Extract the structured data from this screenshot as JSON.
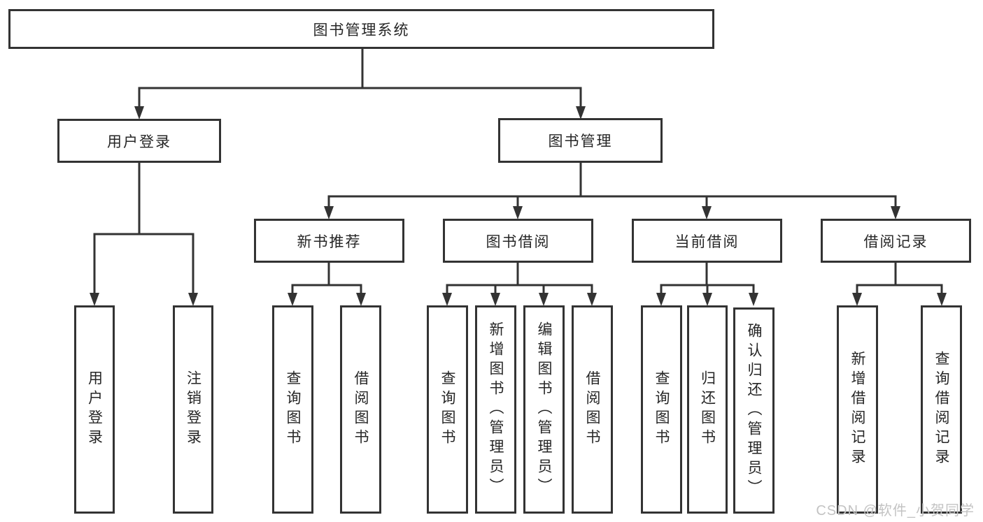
{
  "colors": {
    "line": "#333333",
    "box_border": "#333333",
    "text": "#262626",
    "box_fill": "#ffffff",
    "background": "#ffffff",
    "watermark": "#c3c3c3"
  },
  "watermark": {
    "text": "CSDN @软件_小贺同学"
  },
  "tree": {
    "root": "图书管理系统",
    "branches": [
      {
        "label": "用户登录",
        "children": [
          "用户登录",
          "注销登录"
        ]
      },
      {
        "label": "图书管理",
        "groups": [
          {
            "label": "新书推荐",
            "children": [
              "查询图书",
              "借阅图书"
            ]
          },
          {
            "label": "图书借阅",
            "children": [
              "查询图书",
              "新增图书（管理员）",
              "编辑图书（管理员）",
              "借阅图书"
            ]
          },
          {
            "label": "当前借阅",
            "children": [
              "查询图书",
              "归还图书",
              "确认归还（管理员）"
            ]
          },
          {
            "label": "借阅记录",
            "children": [
              "新增借阅记录",
              "查询借阅记录"
            ]
          }
        ]
      }
    ]
  }
}
